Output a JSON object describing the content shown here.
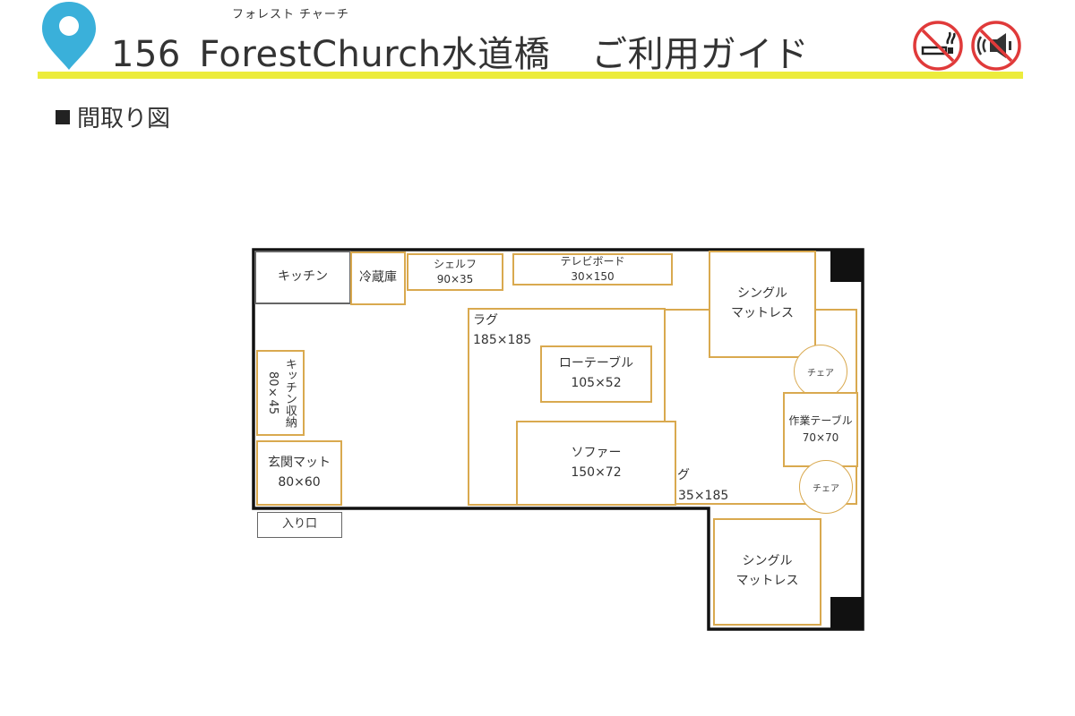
{
  "header": {
    "ruby_1": "フォレスト",
    "ruby_2": "チャーチ",
    "title": "156_ForestChurch水道橋",
    "subtitle": "ご利用ガイド",
    "accent_color": "#ecec3c",
    "pin_color": "#3ab0da",
    "icons": [
      "map-pin-icon",
      "no-smoking-icon",
      "no-noise-icon"
    ]
  },
  "section": {
    "label": "間取り図"
  },
  "floor_plan": {
    "kitchen": "キッチン",
    "fridge": "冷蔵庫",
    "shelf": {
      "name": "シェルフ",
      "size": "90×35"
    },
    "tv_board": {
      "name": "テレビボード",
      "size": "30×150"
    },
    "mattress_top": {
      "line1": "シングル",
      "line2": "マットレス"
    },
    "rug_left": {
      "name": "ラグ",
      "size": "185×185"
    },
    "low_table": {
      "name": "ローテーブル",
      "size": "105×52"
    },
    "kitchen_storage": {
      "name": "キッチン収納",
      "size": "80×45"
    },
    "chair_top": "チェア",
    "work_table": {
      "name": "作業テーブル",
      "size": "70×70"
    },
    "entrance_mat": {
      "name": "玄関マット",
      "size": "80×60"
    },
    "sofa": {
      "name": "ソファー",
      "size": "150×72"
    },
    "rug_right_partial_name": "グ",
    "rug_right_partial_size": "35×185",
    "chair_bottom": "チェア",
    "entrance": "入り口",
    "mattress_bottom": {
      "line1": "シングル",
      "line2": "マットレス"
    }
  }
}
